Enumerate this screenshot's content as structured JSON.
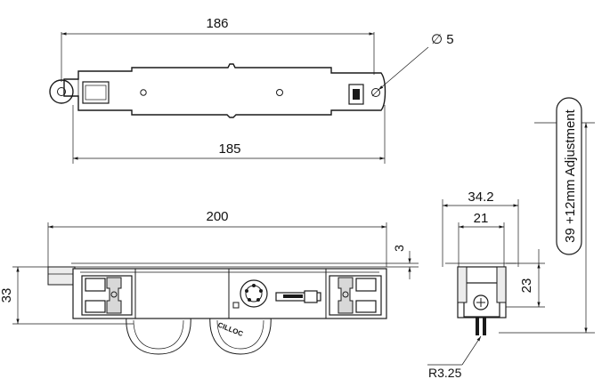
{
  "top_view": {
    "dim_overall": "186",
    "dim_body": "185",
    "hole_callout": "∅ 5"
  },
  "side_view": {
    "dim_length": "200",
    "dim_height": "33",
    "dim_offset": "3",
    "wheel_brand": "CILLOC"
  },
  "end_view": {
    "dim_width_outer": "34.2",
    "dim_width_inner": "21",
    "dim_height": "23",
    "radius_callout": "R3.25",
    "adjustment_note": "39 +12mm Adjustment"
  }
}
